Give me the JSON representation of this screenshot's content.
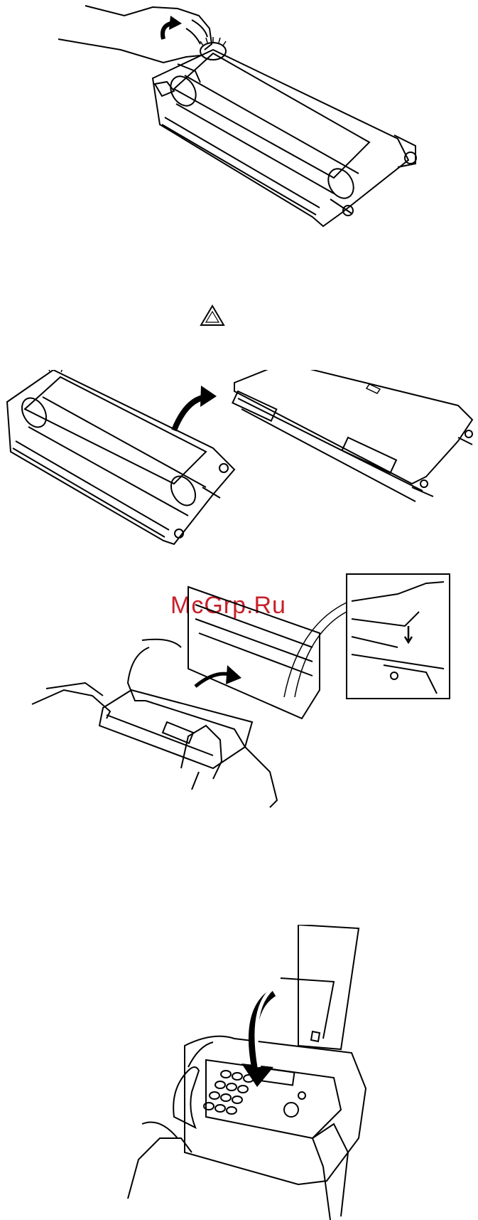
{
  "watermark": {
    "text": "McGrp.Ru",
    "color": "#c8202a"
  },
  "figures": [
    {
      "name": "hand-rotating-ribbon-spool-gear"
    },
    {
      "name": "caution-triangle-icon"
    },
    {
      "name": "flip-ribbon-cartridge-direction"
    },
    {
      "name": "insert-cartridge-into-fax"
    },
    {
      "name": "close-fax-cover"
    }
  ]
}
